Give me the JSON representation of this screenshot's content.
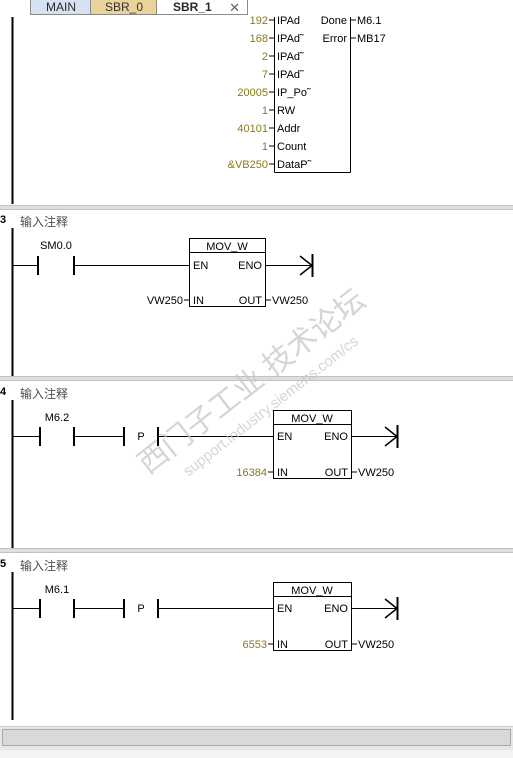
{
  "tabs": [
    {
      "label": "MAIN"
    },
    {
      "label": "SBR_0"
    },
    {
      "label": "SBR_1",
      "close_glyph": "✕"
    }
  ],
  "network1_tail": {
    "left_params": [
      {
        "value": "192",
        "pin": "IPAd"
      },
      {
        "value": "168",
        "pin": "IPAd˜"
      },
      {
        "value": "2",
        "pin": "IPAd˜"
      },
      {
        "value": "7",
        "pin": "IPAd˜"
      },
      {
        "value": "20005",
        "pin": "IP_Po˜"
      },
      {
        "value": "1",
        "pin": "RW"
      },
      {
        "value": "40101",
        "pin": "Addr"
      },
      {
        "value": "1",
        "pin": "Count"
      },
      {
        "value": "&VB250",
        "pin": "DataP˜"
      }
    ],
    "right_params": [
      {
        "pin": "Done",
        "value": "M6.1"
      },
      {
        "pin": "Error",
        "value": "MB17"
      }
    ]
  },
  "networks": [
    {
      "number": "3",
      "comment": "输入注释",
      "contact": "SM0.0",
      "pulse": "",
      "box_title": "MOV_W",
      "en": "EN",
      "eno": "ENO",
      "in_pin": "IN",
      "out_pin": "OUT",
      "in_value": "VW250",
      "out_value": "VW250"
    },
    {
      "number": "4",
      "comment": "输入注释",
      "contact": "M6.2",
      "pulse": "P",
      "box_title": "MOV_W",
      "en": "EN",
      "eno": "ENO",
      "in_pin": "IN",
      "out_pin": "OUT",
      "in_value": "16384",
      "out_value": "VW250"
    },
    {
      "number": "5",
      "comment": "输入注释",
      "contact": "M6.1",
      "pulse": "P",
      "box_title": "MOV_W",
      "en": "EN",
      "eno": "ENO",
      "in_pin": "IN",
      "out_pin": "OUT",
      "in_value": "6553",
      "out_value": "VW250"
    }
  ],
  "watermark": {
    "line1": "西门子工业  技术论坛",
    "line2": "support.industry.siemens.com/cs"
  },
  "colors": {
    "param_value": "#8a7a12",
    "rail": "#000000",
    "watermark": "#c8c8c8"
  }
}
